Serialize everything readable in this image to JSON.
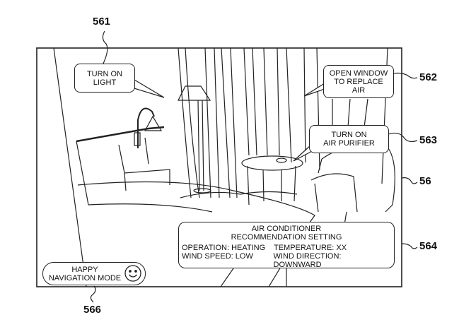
{
  "reference_numerals": {
    "r561": "561",
    "r562": "562",
    "r563": "563",
    "r56": "56",
    "r564": "564",
    "r566": "566"
  },
  "bubbles": {
    "light": [
      "TURN ON",
      "LIGHT"
    ],
    "window": [
      "OPEN WINDOW",
      "TO REPLACE",
      "AIR"
    ],
    "purifier": [
      "TURN ON",
      "AIR PURIFIER"
    ]
  },
  "ac_panel": {
    "title1": "AIR CONDITIONER",
    "title2": "RECOMMENDATION SETTING",
    "operation": "OPERATION: HEATING",
    "temperature": "TEMPERATURE: XX",
    "wind_speed": "WIND SPEED: LOW",
    "wind_direction": "WIND DIRECTION: DOWNWARD"
  },
  "navigation_mode": {
    "line1": "HAPPY",
    "line2": "NAVIGATION MODE",
    "icon": "smiley-face-icon"
  }
}
